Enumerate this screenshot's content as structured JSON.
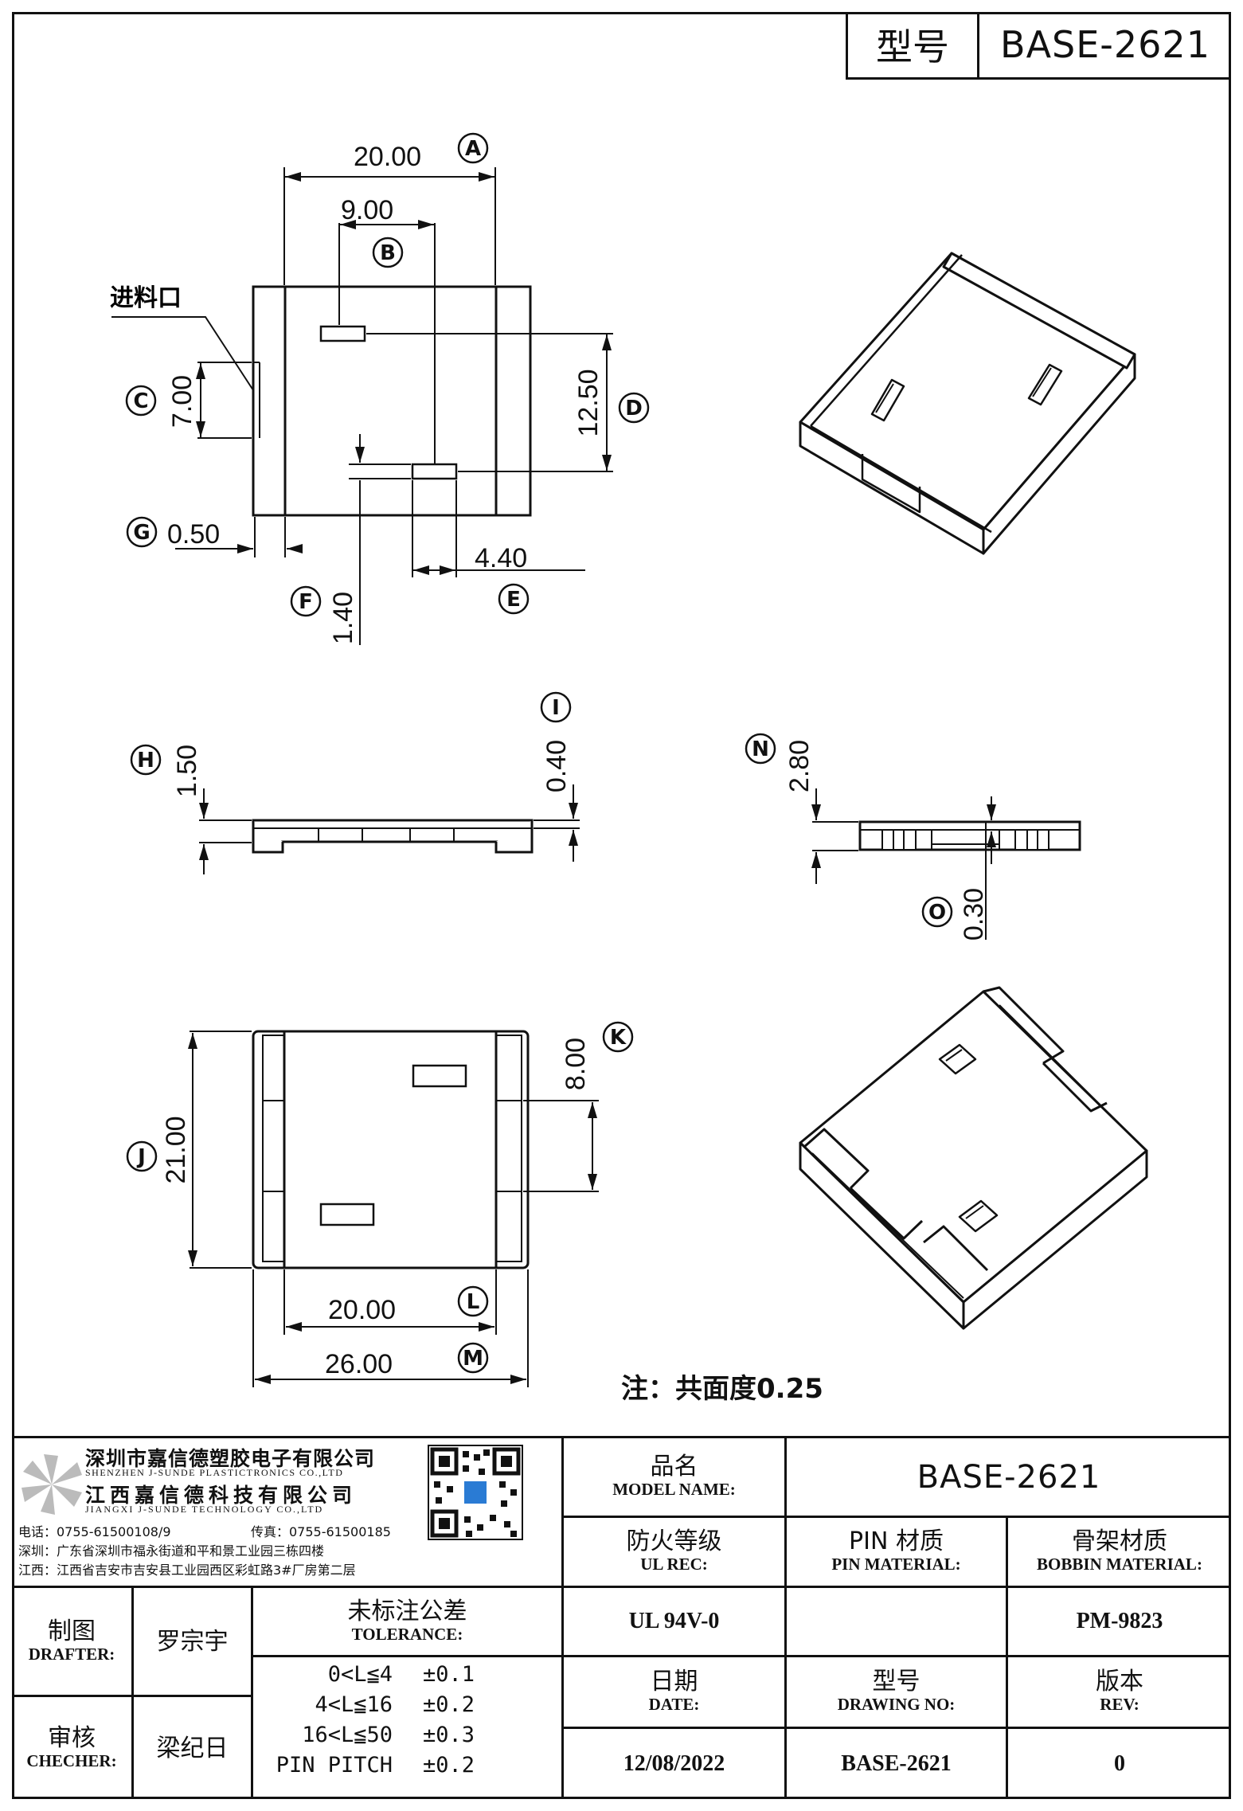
{
  "header": {
    "label": "型号",
    "value": "BASE-2621"
  },
  "drawing": {
    "top_view": {
      "dims": {
        "a": "20.00",
        "b": "9.00",
        "c": "7.00",
        "d": "12.50",
        "e": "4.40",
        "f": "1.40",
        "g": "0.50"
      },
      "balloons": {
        "a": "A",
        "b": "B",
        "c": "C",
        "d": "D",
        "e": "E",
        "f": "F",
        "g": "G"
      },
      "gate_label": "进料口"
    },
    "front_view": {
      "dims": {
        "h": "1.50",
        "i": "0.40"
      },
      "balloons": {
        "h": "H",
        "i": "I"
      }
    },
    "side_view": {
      "dims": {
        "n": "2.80",
        "o": "0.30"
      },
      "balloons": {
        "n": "N",
        "o": "O"
      }
    },
    "bottom_view": {
      "dims": {
        "j": "21.00",
        "k": "8.00",
        "l": "20.00",
        "m": "26.00"
      },
      "balloons": {
        "j": "J",
        "k": "K",
        "l": "L",
        "m": "M"
      }
    },
    "note": "注：共面度0.25"
  },
  "company": {
    "name_sz": "深圳市嘉信德塑胶电子有限公司",
    "name_sz_en": "SHENZHEN J-SUNDE PLASTICTRONICS CO.,LTD",
    "name_jx": "江西嘉信德科技有限公司",
    "name_jx_en": "JIANGXI J-SUNDE TECHNOLOGY CO.,LTD",
    "tel": "电话：0755-61500108/9",
    "fax": "传真：0755-61500185",
    "addr_sz": "深圳：广东省深圳市福永街道和平和景工业园三栋四楼",
    "addr_jx": "江西：江西省吉安市吉安县工业园西区彩虹路3#厂房第二层"
  },
  "title_block": {
    "model_name": {
      "zh": "品名",
      "en": "MODEL NAME:",
      "value": "BASE-2621"
    },
    "ul_rec": {
      "zh": "防火等级",
      "en": "UL REC:",
      "value": "UL 94V-0"
    },
    "pin_material": {
      "zh": "PIN 材质",
      "en": "PIN MATERIAL:",
      "value": ""
    },
    "bobbin_material": {
      "zh": "骨架材质",
      "en": "BOBBIN MATERIAL:",
      "value": "PM-9823"
    },
    "drafter": {
      "zh": "制图",
      "en": "DRAFTER:",
      "value": "罗宗宇"
    },
    "checker": {
      "zh": "审核",
      "en": "CHECHER:",
      "value": "梁纪日"
    },
    "tolerance": {
      "zh": "未标注公差",
      "en": "TOLERANCE:",
      "rows": [
        {
          "range": "0<L≦4",
          "tol": "±0.1"
        },
        {
          "range": "4<L≦16",
          "tol": "±0.2"
        },
        {
          "range": "16<L≦50",
          "tol": "±0.3"
        },
        {
          "range": "PIN PITCH",
          "tol": "±0.2"
        }
      ]
    },
    "date": {
      "zh": "日期",
      "en": "DATE:",
      "value": "12/08/2022"
    },
    "drawing_no": {
      "zh": "型号",
      "en": "DRAWING NO:",
      "value": "BASE-2621"
    },
    "rev": {
      "zh": "版本",
      "en": "REV:",
      "value": "0"
    }
  }
}
